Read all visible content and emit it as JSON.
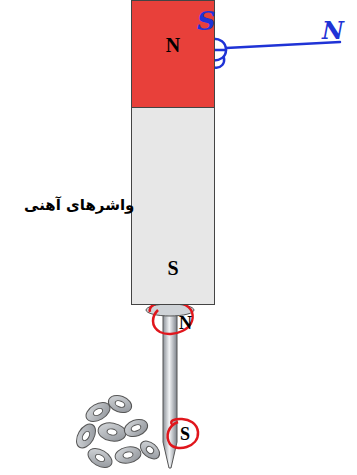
{
  "diagram": {
    "nodes": [
      {
        "text": [
          "N"
        ]
      },
      {
        "text": [
          "S"
        ]
      }
    ],
    "labels": [
      "N",
      "S",
      "واشرهای آهنی",
      "S",
      "N"
    ]
  }
}
